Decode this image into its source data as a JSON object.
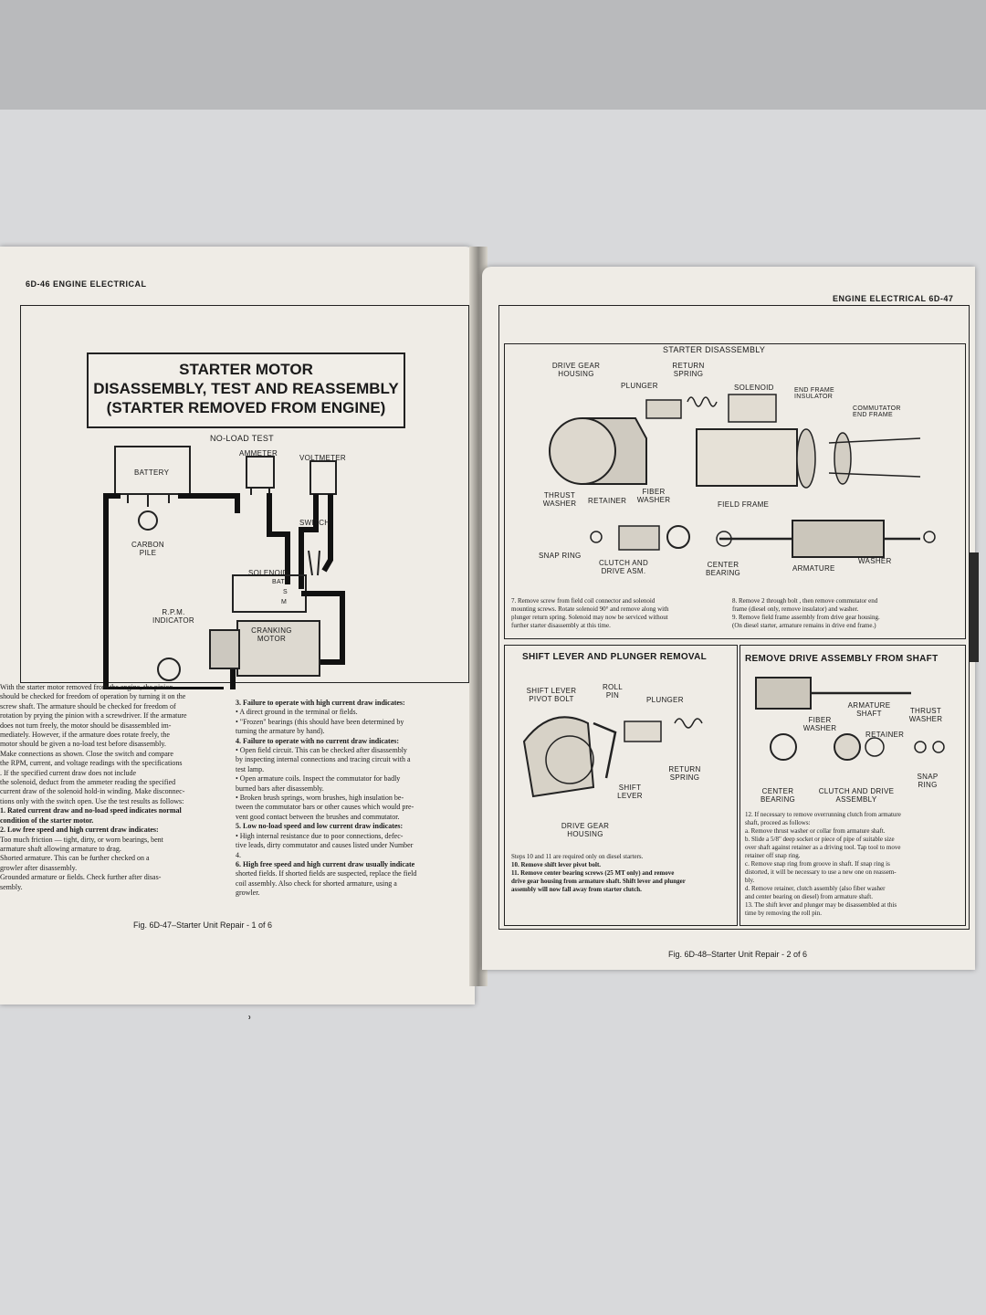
{
  "left_page": {
    "header": "6D-46  ENGINE ELECTRICAL",
    "title_lines": [
      "STARTER MOTOR",
      "DISASSEMBLY, TEST AND REASSEMBLY",
      "(STARTER REMOVED FROM ENGINE)"
    ],
    "diagram": {
      "title": "NO-LOAD TEST",
      "labels": {
        "battery": "BATTERY",
        "ammeter": "AMMETER",
        "voltmeter": "VOLTMETER",
        "carbon_pile": "CARBON PILE",
        "switch": "SWITCH",
        "solenoid": "SOLENOID",
        "bat": "BAT",
        "s": "S",
        "m": "M",
        "rpm_indicator": "R.P.M. INDICATOR",
        "cranking_motor": "CRANKING MOTOR"
      }
    },
    "col1": [
      "With the starter motor removed from the engine, the pinion",
      "should be checked for freedom of operation by turning it on the",
      "screw shaft. The armature should be checked for freedom of",
      "rotation by prying the pinion with a screwdriver. If the armature",
      "does not turn freely, the motor should be disassembled im-",
      "mediately. However, if the armature does rotate freely, the",
      "motor should be given a no-load test before disassembly.",
      "Make connections as shown. Close the switch and compare",
      "the RPM, current, and voltage readings with the specifications",
      ". If the specified current draw does not include",
      "the solenoid, deduct from the ammeter reading the specified",
      "current draw of the solenoid hold-in winding. Make disconnec-",
      "tions only with the switch open. Use the test results as follows:",
      "1. Rated current draw and no-load speed indicates normal",
      "condition of the starter motor.",
      "2. Low free speed and high current draw indicates:",
      "Too much friction — tight, dirty, or worn bearings, bent",
      "armature shaft allowing armature to drag.",
      "Shorted armature. This can be further checked on a",
      "growler after disassembly.",
      "Grounded armature or fields. Check further after disas-",
      "sembly."
    ],
    "col2": [
      "3. Failure to operate with high current draw indicates:",
      "• A direct ground in the terminal or fields.",
      "• \"Frozen\" bearings (this should have been determined by",
      "turning the armature by hand).",
      "4. Failure to operate with no current draw indicates:",
      "• Open field circuit. This can be checked after disassembly",
      "by inspecting internal connections and tracing circuit with a",
      "test lamp.",
      "• Open armature coils. Inspect the commutator for badly",
      "burned bars after disassembly.",
      "• Broken brush springs, worn brushes, high insulation be-",
      "tween the commutator bars or other causes which would pre-",
      "vent good contact between the brushes and commutator.",
      "5. Low no-load speed and low current draw indicates:",
      "• High internal resistance due to poor connections, defec-",
      "tive leads, dirty commutator and causes listed under Number",
      "4.",
      "6. High free speed and high current draw usually indicate",
      "shorted fields. If shorted fields are suspected, replace the field",
      "coil assembly. Also check for shorted armature, using a",
      "growler."
    ],
    "caption": "Fig. 6D-47–Starter Unit Repair - 1 of 6"
  },
  "right_page": {
    "header": "ENGINE ELECTRICAL  6D-47",
    "disassembly": {
      "title": "STARTER DISASSEMBLY",
      "labels": {
        "drive_gear_housing": "DRIVE GEAR HOUSING",
        "plunger": "PLUNGER",
        "return_spring": "RETURN SPRING",
        "solenoid": "SOLENOID",
        "end_frame_insulator": "END FRAME INSULATOR",
        "commutator_end_frame": "COMMUTATOR END FRAME",
        "thrust_washer": "THRUST WASHER",
        "retainer": "RETAINER",
        "fiber_washer": "FIBER WASHER",
        "field_frame": "FIELD FRAME",
        "snap_ring": "SNAP RING",
        "clutch_drive": "CLUTCH AND DRIVE ASM.",
        "center_bearing": "CENTER BEARING",
        "armature": "ARMATURE",
        "washer": "WASHER"
      },
      "text_left": [
        "7. Remove screw from field coil connector and solenoid",
        "mounting screws. Rotate solenoid 90° and remove along with",
        "plunger return spring. Solenoid may now be serviced without",
        "further starter disassembly at this time."
      ],
      "text_right": [
        "8. Remove 2 through bolt , then remove commutator end",
        "frame (diesel only, remove insulator) and washer.",
        "9. Remove field frame assembly from drive gear housing.",
        "(On diesel starter, armature remains in drive end frame.)"
      ]
    },
    "shift_lever": {
      "title": "SHIFT LEVER AND PLUNGER REMOVAL",
      "labels": {
        "shift_lever_pivot_bolt": "SHIFT LEVER PIVOT BOLT",
        "roll_pin": "ROLL PIN",
        "plunger": "PLUNGER",
        "return_spring": "RETURN SPRING",
        "shift_lever": "SHIFT LEVER",
        "drive_gear_housing": "DRIVE GEAR HOUSING"
      },
      "text": [
        "Steps 10 and 11 are required only on diesel starters.",
        "10. Remove shift lever pivot bolt.",
        "11. Remove center bearing screws (25 MT only) and remove",
        "drive gear housing from armature shaft. Shift lever and plunger",
        "assembly will now fall away from starter clutch."
      ]
    },
    "drive_assembly": {
      "title": "REMOVE DRIVE ASSEMBLY FROM SHAFT",
      "labels": {
        "armature_shaft": "ARMATURE SHAFT",
        "thrust_washer": "THRUST WASHER",
        "fiber_washer": "FIBER WASHER",
        "retainer": "RETAINER",
        "snap_ring": "SNAP RING",
        "center_bearing": "CENTER BEARING",
        "clutch_drive": "CLUTCH AND DRIVE ASSEMBLY"
      },
      "text": [
        "12. If necessary to remove overrunning clutch from armature",
        "shaft, proceed as follows:",
        "a. Remove thrust washer or collar from armature shaft.",
        "b. Slide a 5/8\" deep socket or piece of pipe of suitable size",
        "over shaft against retainer as a driving tool. Tap tool to move",
        "retainer off snap ring.",
        "c. Remove snap ring from groove in shaft. If snap ring is",
        "distorted, it will be necessary to use a new one on reassem-",
        "bly.",
        "d. Remove retainer, clutch assembly (also fiber washer",
        "and center bearing on diesel) from armature shaft.",
        "13. The shift lever and plunger may be disassembled at this",
        "time by removing the roll pin."
      ]
    },
    "caption": "Fig. 6D-48–Starter Unit Repair - 2 of 6"
  }
}
